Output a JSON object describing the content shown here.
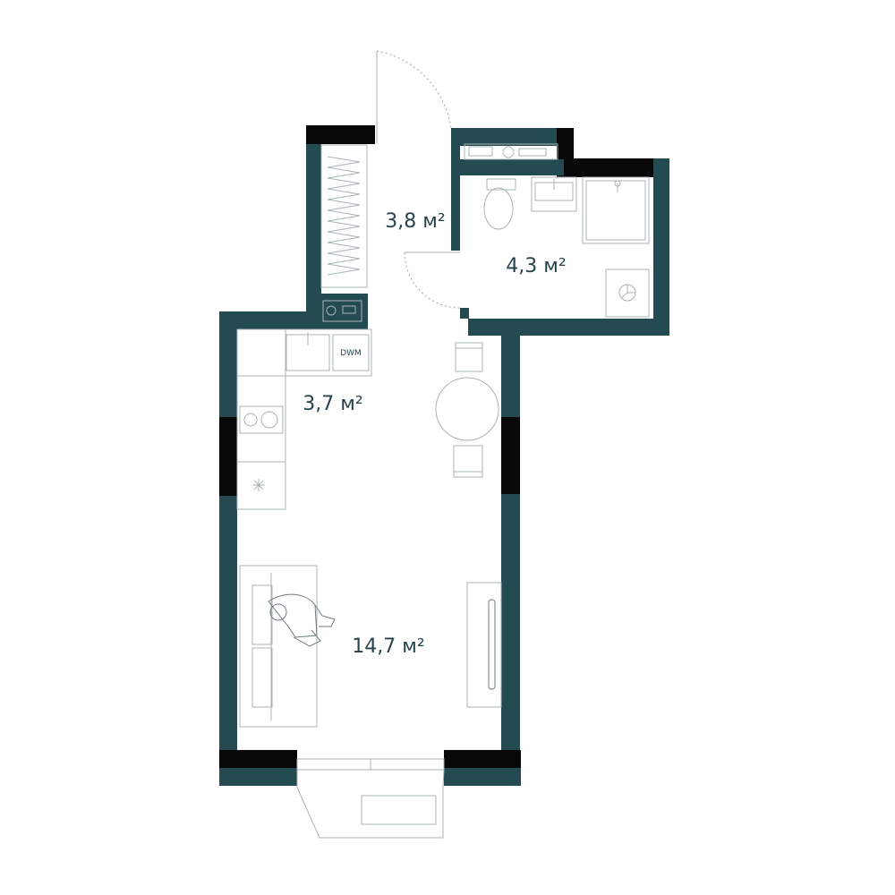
{
  "rooms": {
    "hall_area": "3,8 м²",
    "bathroom_area": "4,3 м²",
    "kitchen_area": "3,7 м²",
    "living_area": "14,7 м²"
  },
  "appliances": {
    "dishwasher_label": "DWM"
  },
  "colors": {
    "wall": "#244a52",
    "column": "#080808",
    "text": "#27444d",
    "furniture_line": "#a8b3b6"
  },
  "icons": [
    "door-swing-icon",
    "toilet-icon",
    "sink-icon",
    "shower-tray-icon",
    "washing-machine-icon",
    "stove-icon",
    "fan-icon",
    "sofa-icon",
    "person-icon",
    "tv-icon",
    "table-icon",
    "chair-icon"
  ]
}
